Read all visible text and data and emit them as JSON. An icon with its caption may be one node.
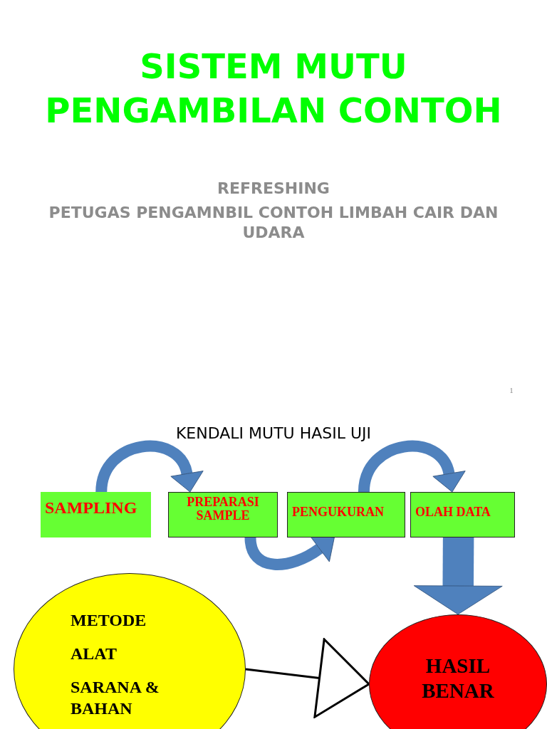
{
  "diagram": {
    "title": "SISTEM MUTU PENGAMBILAN CONTOH",
    "nodes": [
      {
        "text": [
          "SAMPLING"
        ]
      },
      {
        "text": [
          "PREPARASI SAMPLE"
        ]
      },
      {
        "text": [
          "PENGUKURAN"
        ]
      },
      {
        "text": [
          "OLAH DATA"
        ]
      },
      {
        "text": [
          "METODE",
          "ALAT",
          "SARANA & BAHAN"
        ]
      },
      {
        "text": [
          "HASIL BENAR"
        ]
      }
    ],
    "edges": [
      {
        "from": 0,
        "to": 1,
        "arrow": "to"
      },
      {
        "from": 1,
        "to": 2,
        "arrow": "to"
      },
      {
        "from": 2,
        "to": 3,
        "arrow": "to"
      },
      {
        "from": 3,
        "to": 5,
        "arrow": "to",
        "style": "thick"
      },
      {
        "from": 4,
        "to": 5,
        "arrow": "to",
        "color": "#000000"
      }
    ],
    "labels": [
      "REFRESHING",
      "PETUGAS PENGAMNBIL CONTOH LIMBAH CAIR DAN UDARA",
      "1",
      "KENDALI MUTU HASIL UJI"
    ]
  }
}
